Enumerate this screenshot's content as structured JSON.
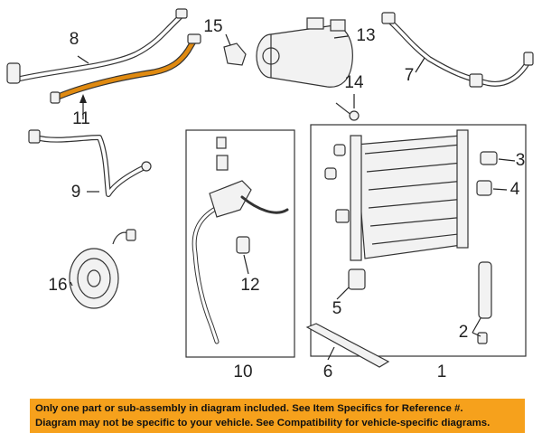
{
  "diagram": {
    "callouts": {
      "c1": "1",
      "c2": "2",
      "c3": "3",
      "c4": "4",
      "c5": "5",
      "c6": "6",
      "c7": "7",
      "c8": "8",
      "c9": "9",
      "c10": "10",
      "c11": "11",
      "c12": "12",
      "c13": "13",
      "c14": "14",
      "c15": "15",
      "c16": "16"
    },
    "highlight_color": "#e08a10"
  },
  "notice": {
    "line1": "Only one part or sub-assembly in diagram included. See Item Specifics for Reference #.",
    "line2": "Diagram may not be specific to your vehicle. See Compatibility for vehicle-specific diagrams.",
    "background": "#f6a11c"
  }
}
